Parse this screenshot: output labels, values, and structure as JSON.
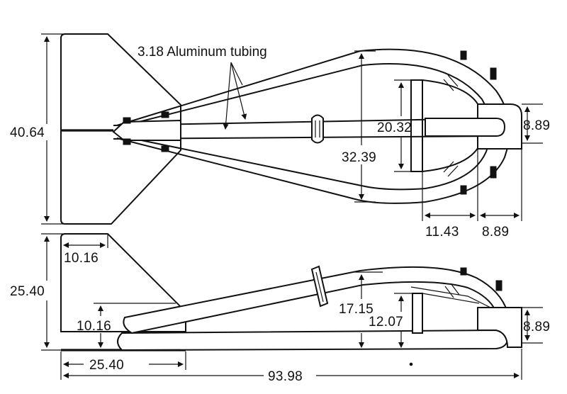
{
  "annotation": "3.18 Aluminum tubing",
  "top_view": {
    "dims": {
      "overall_height": "40.64",
      "inner_loop": "20.32",
      "outer_loop": "32.39",
      "end_block": "8.89",
      "offset_a": "11.43",
      "offset_b": "8.89"
    }
  },
  "side_view": {
    "dims": {
      "fin_width": "10.16",
      "overall_height": "25.40",
      "low_height": "10.16",
      "loop_height": "17.15",
      "inner_height": "12.07",
      "end_block": "8.89",
      "fin_length": "25.40",
      "overall_length": "93.98"
    }
  }
}
